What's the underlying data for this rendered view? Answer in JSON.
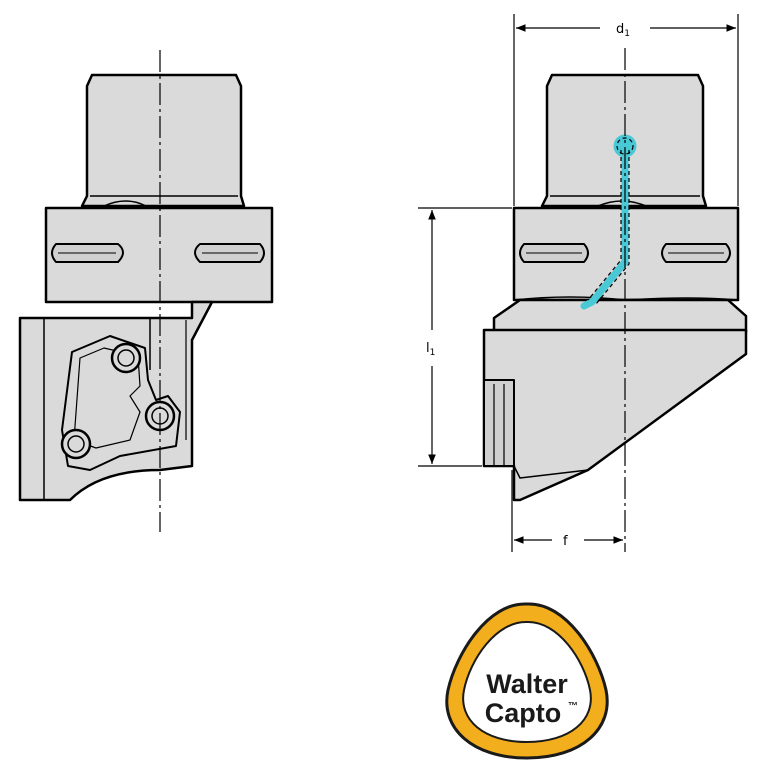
{
  "dimensions": {
    "d1": {
      "base": "d",
      "sub": "1"
    },
    "l1": {
      "base": "l",
      "sub": "1"
    },
    "f": {
      "base": "f"
    }
  },
  "logo": {
    "line1": "Walter",
    "line2": "Capto",
    "trademark": "™"
  },
  "colors": {
    "body_fill": "#dadada",
    "outline": "#000000",
    "coolant": "#49c8d6",
    "logo_ring": "#f2ae1c"
  }
}
